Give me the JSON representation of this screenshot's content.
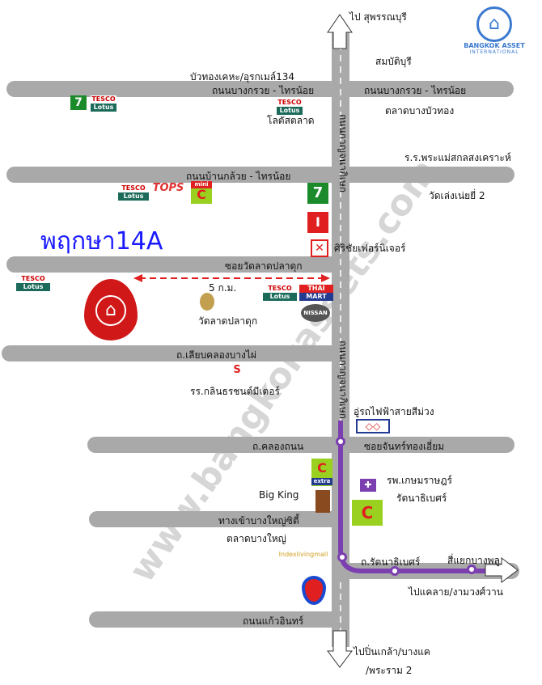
{
  "title": "พฤกษา14A",
  "brand": {
    "name": "BANGKOK ASSET",
    "sub": "INTERNATIONAL"
  },
  "watermark": "www.bangkokassets.com",
  "main_road": "ถนนกาญจนาภิเษก",
  "distance": "5 ก.ม.",
  "roads": [
    "ถนนบางกรวย - ไทรน้อย",
    "ถนนบางกรวย - ไทรน้อย",
    "ถนนบ้านกล้วย - ไทรน้อย",
    "ซอยวัดลาดปลาดุก",
    "ถ.เลียบคลองบางไผ่",
    "ถ.คลองถนน",
    "ซอยจันทร์ทองเอี่ยม",
    "ทางเข้าบางใหญ่ซิตี้",
    "ถ.รัตนาธิเบศร์",
    "ถนนแก้วอินทร์"
  ],
  "places": [
    "ไป สุพรรณบุรี",
    "สมบัติบุรี",
    "บัวทองเคหะ/อุรกเมล์134",
    "โลตัสตลาด",
    "ตลาดบางบัวทอง",
    "ร.ร.พระแม่สกลสงเคราะห์",
    "วัดเล่งเน่ยยี่ 2",
    "ศิริชัยเฟอร์นิเจอร์",
    "วัดลาดปลาดุก",
    "รร.กลินธรชนต์มีเตอร์",
    "อู่รถไฟฟ้าสายสีม่วง",
    "รพ.เกษมราษฎร์",
    "รัตนาธิเบศร์",
    "Big King",
    "ตลาดบางใหญ่",
    "สี่แยกบางพลู",
    "ไปแคลาย/งามวงศ์วาน",
    "ไปปิ่นเกล้า/บางแค",
    "/พระราม 2"
  ],
  "logos": {
    "tesco": "TESCO",
    "lotus": "Lotus",
    "tops": "TOPS",
    "mini": "mini",
    "thai": "THAI",
    "mart": "MART",
    "nissan": "NISSAN",
    "index": "Indexlivingmall",
    "extra": "extra"
  },
  "colors": {
    "road": "#a9a9a9",
    "purple_line": "#7b3fb0",
    "title": "#1a1aff",
    "pin": "#d01818",
    "arrow_green": "#1a8a2a"
  }
}
